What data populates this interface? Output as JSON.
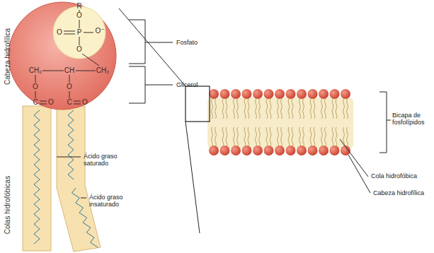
{
  "diagram": {
    "labels": [
      "Cabeza hidrofílica",
      "Colas hidrofóbicas",
      "R",
      "O",
      "O",
      "P",
      "O⁻",
      "O",
      "CH₂",
      "CH",
      "CH₂",
      "O",
      "O",
      "C",
      "O",
      "C",
      "O",
      "Fosfato",
      "Glicerol",
      "Ácido graso saturado",
      "Ácido graso insaturado",
      "Bicapa de fosfolípidos",
      "Cola hidrofóbica",
      "Cabeza hidrofílica"
    ]
  }
}
